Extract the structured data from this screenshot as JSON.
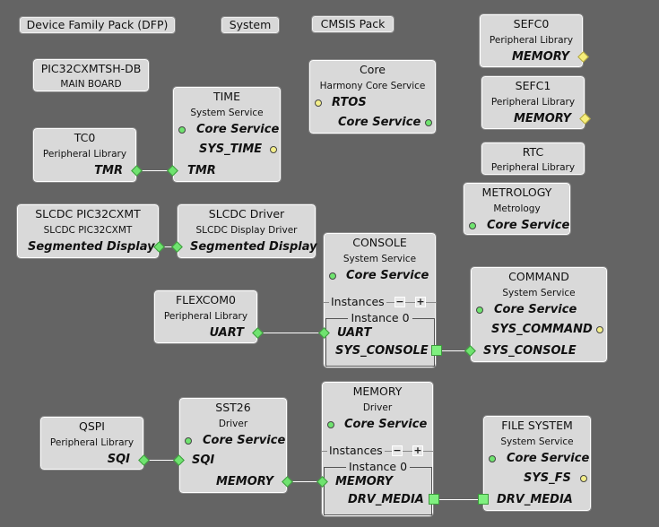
{
  "toolbar": {
    "dfp": "Device Family Pack (DFP)",
    "system": "System",
    "cmsis": "CMSIS Pack"
  },
  "nodes": {
    "board": {
      "title": "PIC32CXMTSH-DB",
      "sub": "MAIN BOARD"
    },
    "core": {
      "title": "Core",
      "sub": "Harmony Core Service",
      "p1": "RTOS",
      "p2": "Core Service"
    },
    "sefc0": {
      "title": "SEFC0",
      "sub": "Peripheral Library",
      "p1": "MEMORY"
    },
    "sefc1": {
      "title": "SEFC1",
      "sub": "Peripheral Library",
      "p1": "MEMORY"
    },
    "rtc": {
      "title": "RTC",
      "sub": "Peripheral Library"
    },
    "time": {
      "title": "TIME",
      "sub": "System Service",
      "p1": "Core Service",
      "p2": "SYS_TIME",
      "p3": "TMR"
    },
    "tc0": {
      "title": "TC0",
      "sub": "Peripheral Library",
      "p1": "TMR"
    },
    "metrology": {
      "title": "METROLOGY",
      "sub": "Metrology",
      "p1": "Core Service"
    },
    "slcdc": {
      "title": "SLCDC PIC32CXMT",
      "sub": "SLCDC PIC32CXMT",
      "p1": "Segmented Display"
    },
    "slcdcdrv": {
      "title": "SLCDC Driver",
      "sub": "SLCDC Display Driver",
      "p1": "Segmented Display"
    },
    "console": {
      "title": "CONSOLE",
      "sub": "System Service",
      "p1": "Core Service",
      "instances": "Instances",
      "instance0": "Instance 0",
      "p2": "UART",
      "p3": "SYS_CONSOLE"
    },
    "command": {
      "title": "COMMAND",
      "sub": "System Service",
      "p1": "Core Service",
      "p2": "SYS_COMMAND",
      "p3": "SYS_CONSOLE"
    },
    "flexcom0": {
      "title": "FLEXCOM0",
      "sub": "Peripheral Library",
      "p1": "UART"
    },
    "memory": {
      "title": "MEMORY",
      "sub": "Driver",
      "p1": "Core Service",
      "instances": "Instances",
      "instance0": "Instance 0",
      "p2": "MEMORY",
      "p3": "DRV_MEDIA"
    },
    "filesystem": {
      "title": "FILE SYSTEM",
      "sub": "System Service",
      "p1": "Core Service",
      "p2": "SYS_FS",
      "p3": "DRV_MEDIA"
    },
    "sst26": {
      "title": "SST26",
      "sub": "Driver",
      "p1": "Core Service",
      "p2": "SQI",
      "p3": "MEMORY"
    },
    "qspi": {
      "title": "QSPI",
      "sub": "Peripheral Library",
      "p1": "SQI"
    }
  },
  "controls": {
    "minus": "−",
    "plus": "+"
  }
}
